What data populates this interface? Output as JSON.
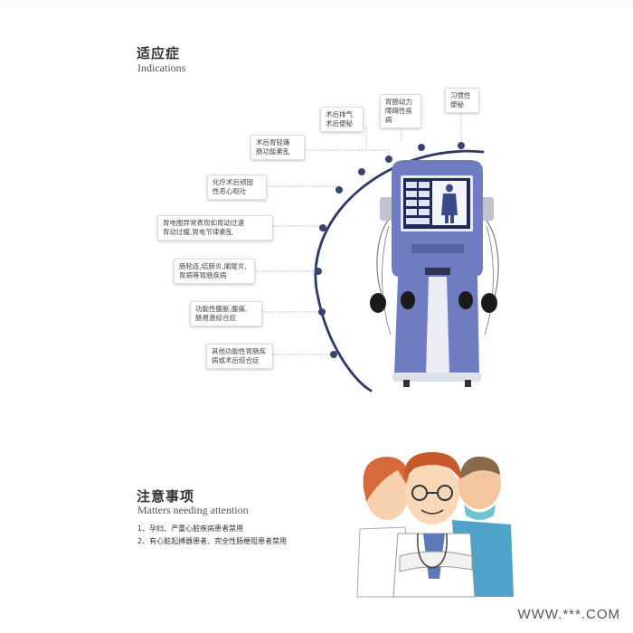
{
  "section_indications": {
    "title_cn": "适应症",
    "title_en": "Indications",
    "items": [
      "术后胃轻瘫\n肠功能紊乱",
      "术后排气\n术后便秘",
      "胃肠动力\n障碍性疾病",
      "习惯性\n便秘",
      "化疗术后顽固\n性恶心呕吐",
      "胃电图异常表现如胃动过速\n胃动过缓,胃电节律紊乱",
      "肠粘连,结肠炎,阑尾炎,\n胃病等胃肠疾病",
      "功能性腹胀,腹痛,\n肠易激综合症",
      "其他功能性胃肠疾\n病或术后综合症"
    ]
  },
  "section_notes": {
    "title_cn": "注意事项",
    "title_en": "Matters needing attention",
    "items": [
      "1、孕妇、严重心脏疾病患者禁用",
      "2、有心脏起搏器患者、完全性肠梗阻患者禁用"
    ]
  },
  "watermark": "WWW.***.COM",
  "colors": {
    "arc": "#2d3a63",
    "device_body": "#6f7cc2",
    "device_dark": "#5663a6",
    "screen_bg": "#1f2a56"
  }
}
